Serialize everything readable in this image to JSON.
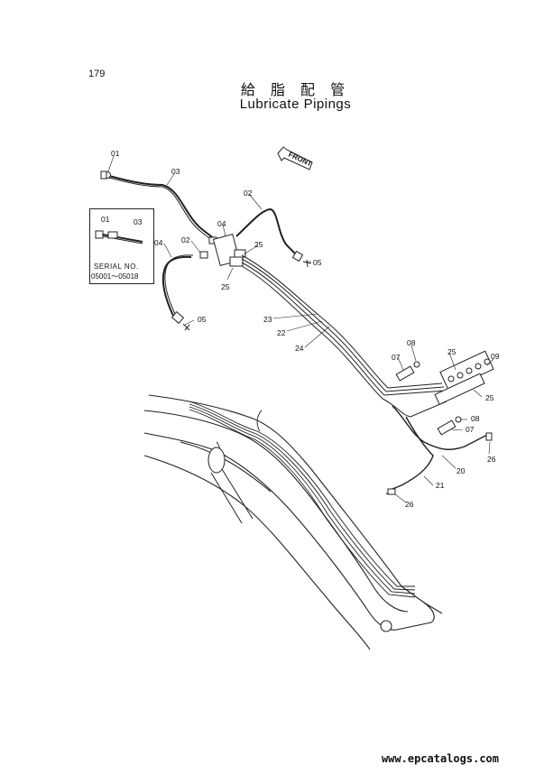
{
  "page": {
    "number": "179"
  },
  "title": {
    "japanese": "給 脂 配 管",
    "english": "Lubricate Pipings"
  },
  "front_marker": "FRONT",
  "inset": {
    "serial_label": "SERIAL  NO.",
    "serial_range": "05001～05018",
    "parts": [
      "01",
      "03"
    ]
  },
  "part_labels": [
    "01",
    "03",
    "02",
    "04",
    "04",
    "02",
    "25",
    "05",
    "25",
    "05",
    "23",
    "22",
    "24",
    "08",
    "07",
    "25",
    "09",
    "25",
    "08",
    "07",
    "26",
    "20",
    "21",
    "26"
  ],
  "watermark": "www.epcatalogs.com"
}
